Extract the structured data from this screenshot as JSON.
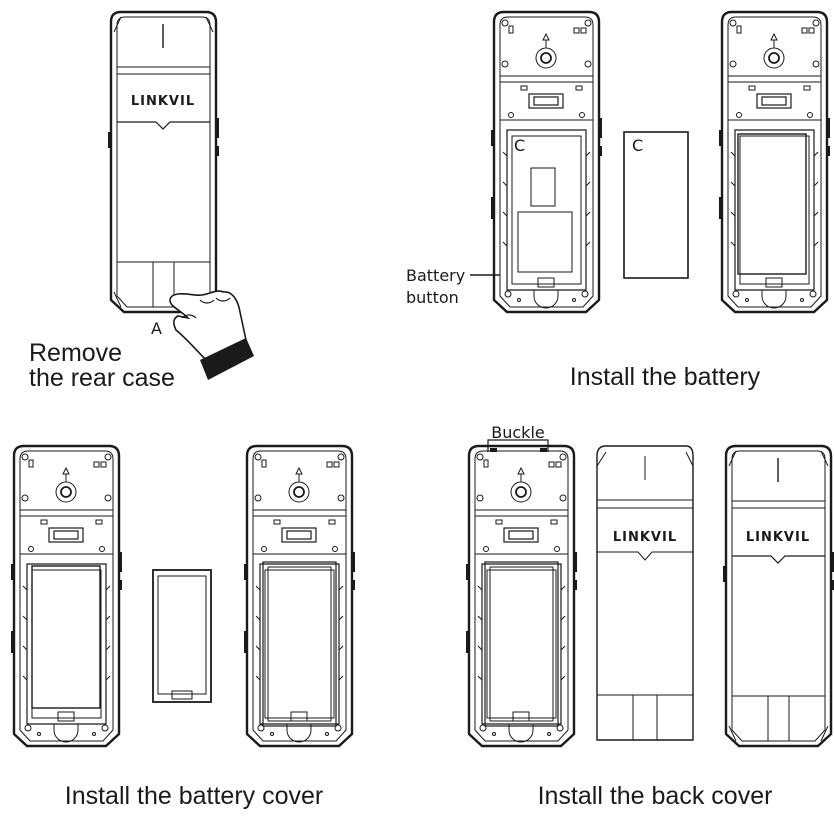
{
  "steps": [
    {
      "caption_line1": "Remove",
      "caption_line2": "the rear case",
      "point_label": "A"
    },
    {
      "caption": "Install the battery",
      "battery_label_line1": "Battery",
      "battery_label_line2": "button",
      "component_label": "C",
      "component_label_loose": "C"
    },
    {
      "caption": "Install the battery cover"
    },
    {
      "caption": "Install the back cover",
      "buckle_label": "Buckle"
    }
  ],
  "brand": {
    "logo_text": "LINKVIL"
  }
}
